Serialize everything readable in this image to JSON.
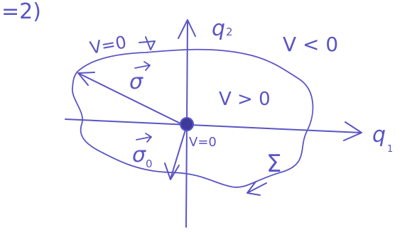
{
  "diagram": {
    "ink_color": "#5a55c4",
    "corner_fragment": "=2)",
    "axis_vertical_label": "q",
    "axis_vertical_subscript": "2",
    "axis_horizontal_label": "q",
    "axis_horizontal_subscript": "1",
    "outside_region_label": "V < 0",
    "inside_region_label": "V > 0",
    "boundary_label": "V=0",
    "origin_label": "V=0",
    "vector_sigma_label": "σ",
    "vector_sigma0_label": "σ",
    "vector_sigma0_subscript": "0",
    "curve_label": "Σ"
  }
}
